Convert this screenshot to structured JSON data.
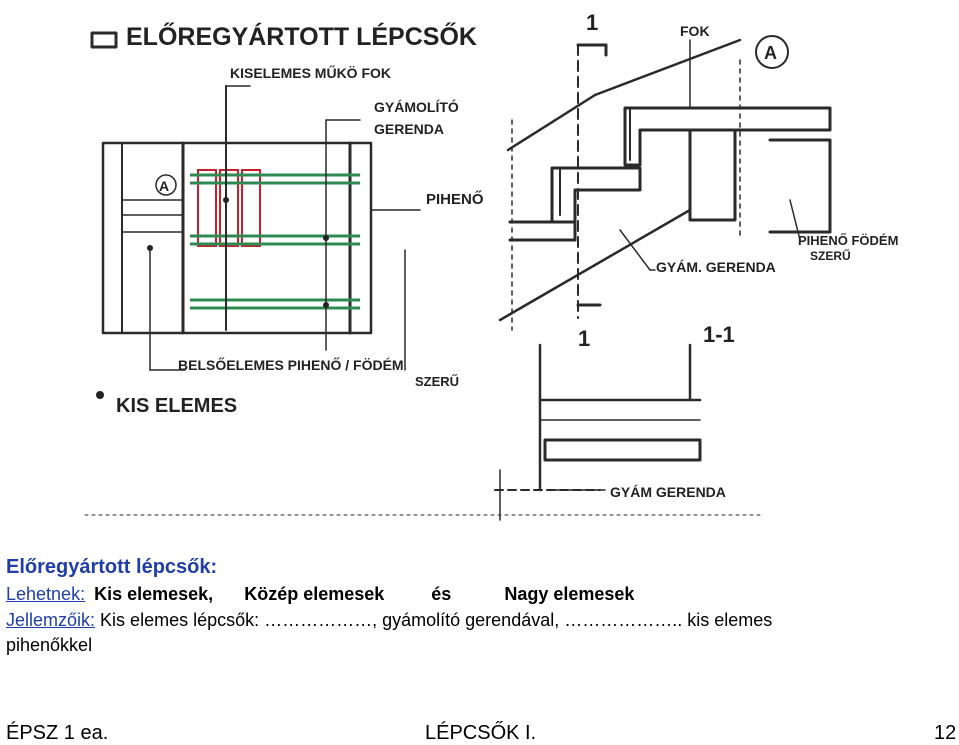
{
  "sketch": {
    "title": "ELŐREGYÁRTOTT LÉPCSŐK",
    "labels": {
      "kiselemes_muko_fok": "KISELEMES MŰKÖ FOK",
      "gyamolito_gerenda_1": "GYÁMOLÍTÓ",
      "gyamolito_gerenda_2": "GERENDA",
      "piheno": "PIHENŐ",
      "belsoelemes_piheno_1": "BELSŐELEMES PIHENŐ / FÖDÉM",
      "belsoelemes_piheno_2": "SZERŰ",
      "kis_elemes": "KIS ELEMES",
      "marker_a_left": "A",
      "marker_a_right": "A",
      "section_top": "1",
      "section_bottom": "1",
      "fok": "FOK",
      "piheno_fodem_1": "PIHENŐ FÖDÉM",
      "piheno_fodem_2": "SZERŰ",
      "gyam_gerenda_1": "GYÁM. GERENDA",
      "section_11": "1-1",
      "gyam_gerenda_2": "GYÁM GERENDA"
    }
  },
  "text": {
    "title": "Előregyártott lépcsők:",
    "lehetnek_label": "Lehetnek:",
    "kis": "Kis elemesek,",
    "kozep": "Közép elemesek",
    "es": "és",
    "nagy": "Nagy elemesek",
    "jellemzoik_label": "Jellemzőik:",
    "jellemzoik_text": "Kis elemes lépcsők: ………………, gyámolító gerendával, ……………….. kis elemes",
    "line3": "pihenőkkel"
  },
  "footer": {
    "left": "ÉPSZ 1 ea.",
    "center": "LÉPCSŐK I.",
    "page": "12"
  }
}
